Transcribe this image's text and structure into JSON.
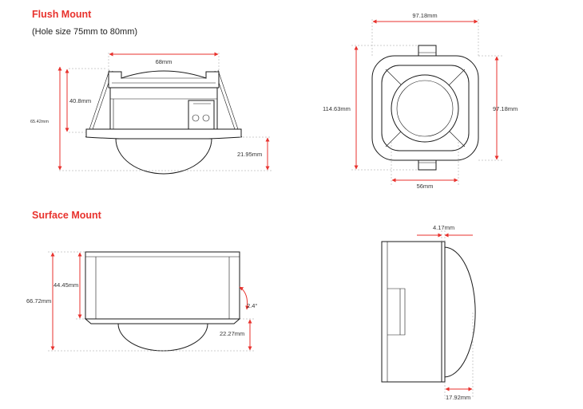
{
  "colors": {
    "accent": "#e8322d",
    "outline": "#1a1a1a",
    "guide": "#9a9a9a"
  },
  "flush": {
    "title": "Flush Mount",
    "subtitle": "(Hole size 75mm to 80mm)",
    "side": {
      "width": "68mm",
      "body_height": "40.8mm",
      "total_height": "65.42mm",
      "dome_height": "21.95mm"
    },
    "top": {
      "width": "97.18mm",
      "height_total": "114.63mm",
      "height_body": "97.18mm",
      "lens_width": "56mm"
    }
  },
  "surface": {
    "title": "Surface Mount",
    "front": {
      "body_height": "44.45mm",
      "total_height": "66.72mm",
      "angle": "2.4°",
      "dome_height": "22.27mm"
    },
    "side": {
      "flange": "4.17mm",
      "dome_depth": "17.92mm"
    }
  }
}
